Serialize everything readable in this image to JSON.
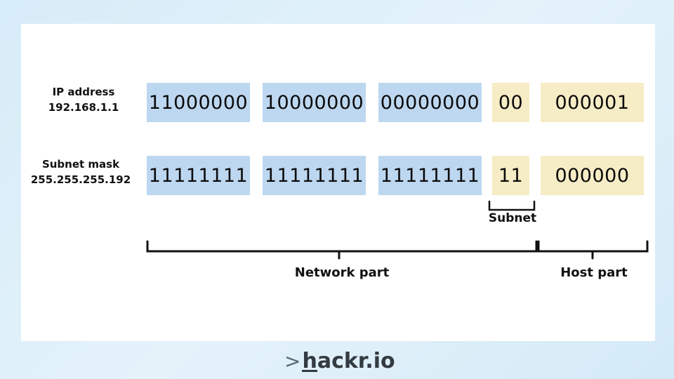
{
  "rows": [
    {
      "label_line1": "IP address",
      "label_line2": "192.168.1.1",
      "network": [
        "11000000",
        "10000000",
        "00000000"
      ],
      "subnet": "00",
      "host": "000001"
    },
    {
      "label_line1": "Subnet mask",
      "label_line2": "255.255.255.192",
      "network": [
        "11111111",
        "11111111",
        "11111111"
      ],
      "subnet": "11",
      "host": "000000"
    }
  ],
  "captions": {
    "subnet": "Subnet",
    "network": "Network part",
    "host": "Host part"
  },
  "brand": {
    "chevron": ">",
    "first_letter": "h",
    "rest": "ackr.io"
  },
  "colors": {
    "network_fill": "#bdd7f0",
    "host_fill": "#f6ecc5",
    "background": "#d6ecf8"
  }
}
